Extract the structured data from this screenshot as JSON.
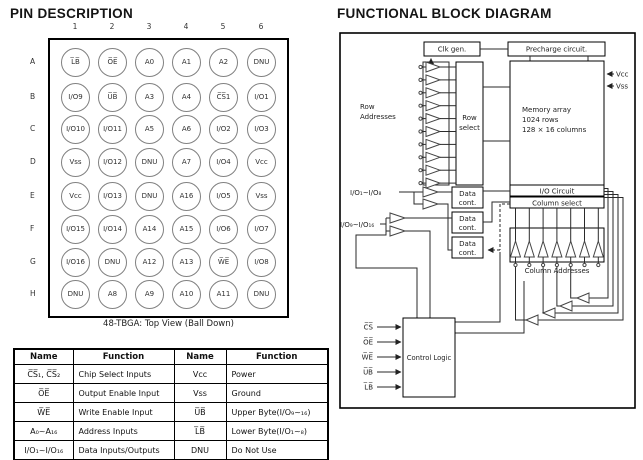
{
  "page": {
    "left_title": "PIN DESCRIPTION",
    "right_title": "FUNCTIONAL BLOCK DIAGRAM"
  },
  "bga": {
    "caption": "48-TBGA: Top View (Ball Down)",
    "col_headers": [
      "1",
      "2",
      "3",
      "4",
      "5",
      "6"
    ],
    "row_headers": [
      "A",
      "B",
      "C",
      "D",
      "E",
      "F",
      "G",
      "H"
    ],
    "balls": [
      [
        "L̅B̅",
        "O̅E̅",
        "A0",
        "A1",
        "A2",
        "DNU"
      ],
      [
        "I/O9",
        "U̅B̅",
        "A3",
        "A4",
        "C̅S̅1",
        "I/O1"
      ],
      [
        "I/O10",
        "I/O11",
        "A5",
        "A6",
        "I/O2",
        "I/O3"
      ],
      [
        "Vss",
        "I/O12",
        "DNU",
        "A7",
        "I/O4",
        "Vcc"
      ],
      [
        "Vcc",
        "I/O13",
        "DNU",
        "A16",
        "I/O5",
        "Vss"
      ],
      [
        "I/O15",
        "I/O14",
        "A14",
        "A15",
        "I/O6",
        "I/O7"
      ],
      [
        "I/O16",
        "DNU",
        "A12",
        "A13",
        "W̅E̅",
        "I/O8"
      ],
      [
        "DNU",
        "A8",
        "A9",
        "A10",
        "A11",
        "DNU"
      ]
    ]
  },
  "pin_table": {
    "headers": [
      "Name",
      "Function",
      "Name",
      "Function"
    ],
    "rows": [
      [
        "C̅S̅₁, C̅S̅₂",
        "Chip Select Inputs",
        "Vcc",
        "Power"
      ],
      [
        "O̅E̅",
        "Output Enable Input",
        "Vss",
        "Ground"
      ],
      [
        "W̅E̅",
        "Write Enable Input",
        "U̅B̅",
        "Upper Byte(I/O₉~₁₆)"
      ],
      [
        "A₀~A₁₆",
        "Address Inputs",
        "L̅B̅",
        "Lower Byte(I/O₁~₈)"
      ],
      [
        "I/O₁~I/O₁₆",
        "Data Inputs/Outputs",
        "DNU",
        "Do Not Use"
      ]
    ]
  },
  "diagram": {
    "clk_gen": "Clk gen.",
    "precharge": "Precharge circuit.",
    "row_addresses": [
      "Row",
      "Addresses"
    ],
    "row_select": [
      "Row",
      "select"
    ],
    "memory_array": [
      "Memory array",
      "1024 rows",
      "128 × 16 columns"
    ],
    "vcc": "Vcc",
    "vss": "Vss",
    "io_low": "I/O₁~I/O₈",
    "io_high": "I/O₉~I/O₁₆",
    "data_cont": [
      "Data",
      "cont."
    ],
    "io_circuit": "I/O Circuit",
    "column_select": "Column select",
    "column_addresses": "Column Addresses",
    "control_logic": "Control Logic",
    "control_inputs": [
      "C̅S̅",
      "O̅E̅",
      "W̅E̅",
      "U̅B̅",
      "L̅B̅"
    ]
  }
}
